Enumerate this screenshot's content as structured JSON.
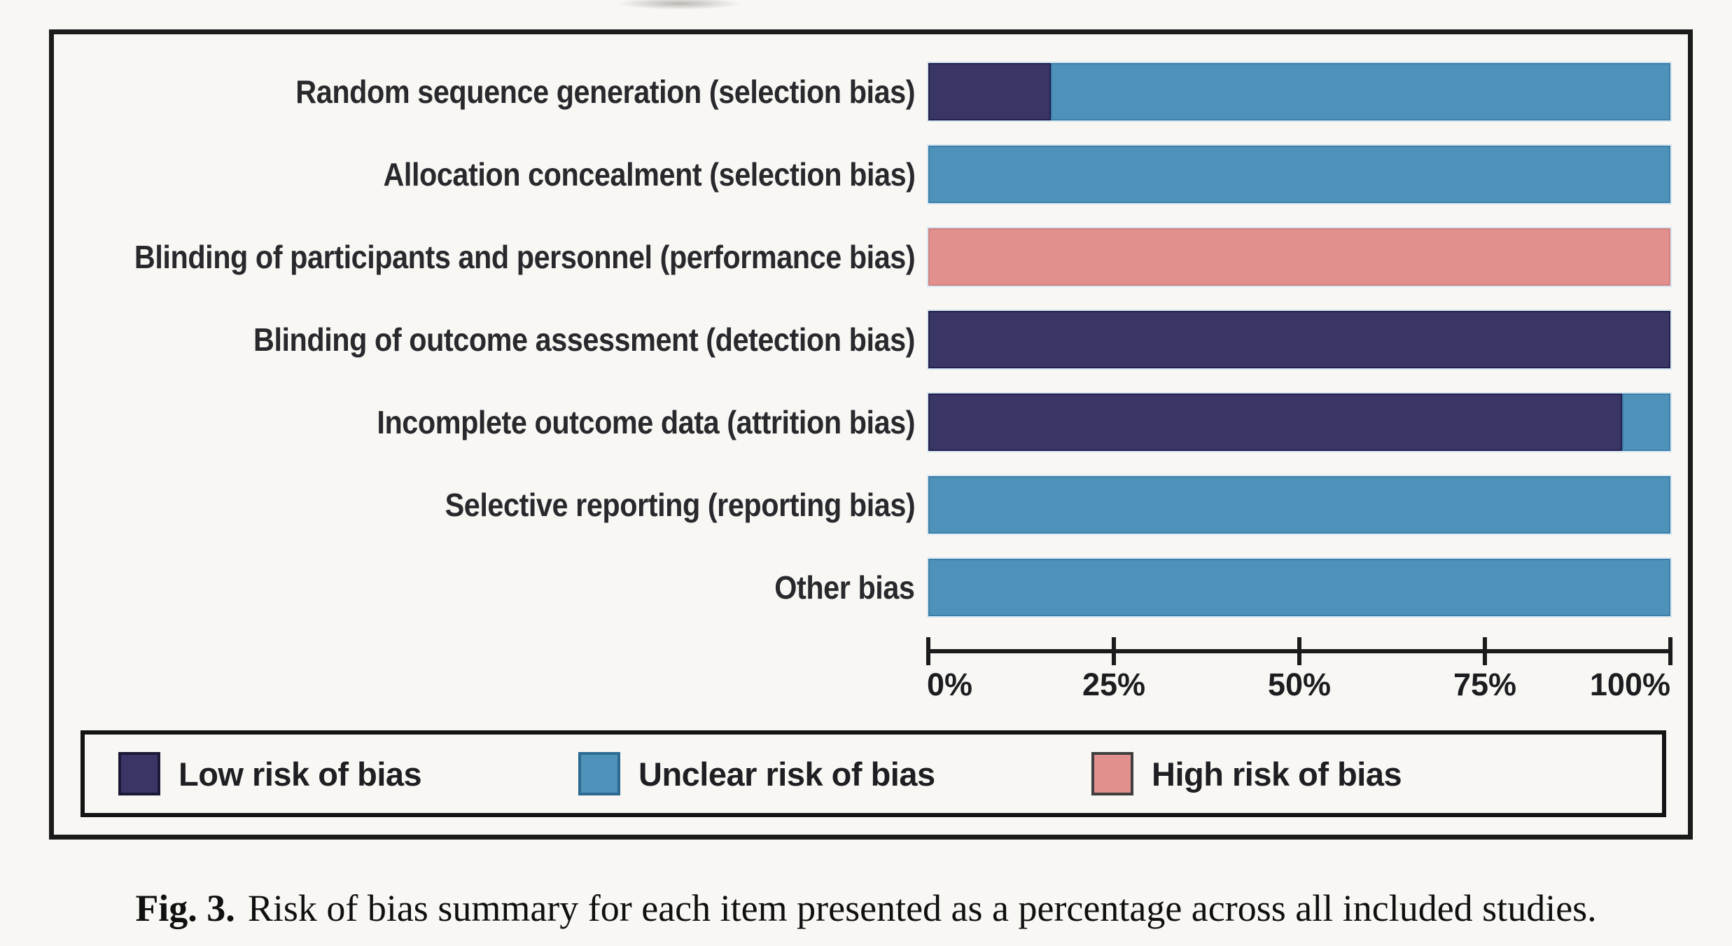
{
  "figure": {
    "caption": {
      "prefix": "Fig. 3.",
      "text": "Risk of bias summary for each item presented as a percentage across all included studies."
    }
  },
  "chart_data": {
    "type": "bar",
    "orientation": "horizontal",
    "stacked": true,
    "title": "",
    "xlabel": "",
    "ylabel": "",
    "xlim": [
      0,
      100
    ],
    "unit": "%",
    "grid": false,
    "x_tick_labels": [
      "0%",
      "25%",
      "50%",
      "75%",
      "100%"
    ],
    "x_tick_values": [
      0,
      25,
      50,
      75,
      100
    ],
    "categories": [
      "Random sequence generation (selection bias)",
      "Allocation concealment (selection bias)",
      "Blinding of participants and personnel (performance bias)",
      "Blinding of outcome assessment (detection bias)",
      "Incomplete outcome data (attrition bias)",
      "Selective reporting (reporting bias)",
      "Other bias"
    ],
    "series": [
      {
        "name": "Low risk of bias",
        "key": "low",
        "color": "#393666",
        "values": [
          16.5,
          0,
          0,
          100,
          93.5,
          0,
          0
        ]
      },
      {
        "name": "Unclear risk of bias",
        "key": "unclear",
        "color": "#4e92b9",
        "values": [
          83.5,
          100,
          0,
          0,
          6.5,
          100,
          100
        ]
      },
      {
        "name": "High risk of bias",
        "key": "high",
        "color": "#e2908d",
        "values": [
          0,
          0,
          100,
          0,
          0,
          0,
          0
        ]
      }
    ],
    "legend_position": "bottom"
  },
  "legend": {
    "items": [
      {
        "key": "low",
        "label": "Low risk of bias",
        "swatch_color": "#393666",
        "swatch_border": "#1b1936"
      },
      {
        "key": "unclear",
        "label": "Unclear risk of bias",
        "swatch_color": "#4e92b9",
        "swatch_border": "#2d6a92"
      },
      {
        "key": "high",
        "label": "High risk of bias",
        "swatch_color": "#e2908d",
        "swatch_border": "#3f3f3f"
      }
    ]
  },
  "colors": {
    "frame_border": "#1b1b1b",
    "background": "#f8f7f4",
    "label_text": "#29292d",
    "segment_borders": {
      "low": "#232050",
      "unclear": "#3d7ea8",
      "high": "#d0807e"
    }
  }
}
